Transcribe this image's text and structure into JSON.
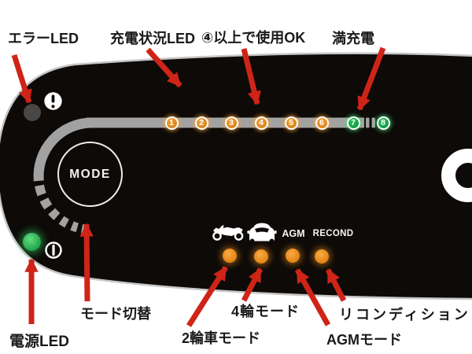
{
  "page": {
    "background": "#ffffff",
    "description": "battery charger panel annotated diagram"
  },
  "device": {
    "body_color": "#0d0a08",
    "edge_highlight_color": "#c6c6c6",
    "track_color": "#a2a2a2",
    "mode_button": {
      "label": "MODE",
      "ring_color": "#ececec"
    },
    "charge_leds": [
      {
        "number": "1",
        "color": "#dd831a"
      },
      {
        "number": "2",
        "color": "#dd831a"
      },
      {
        "number": "3",
        "color": "#dd831a"
      },
      {
        "number": "4",
        "color": "#dd831a"
      },
      {
        "number": "5",
        "color": "#dd831a"
      },
      {
        "number": "6",
        "color": "#dd831a"
      },
      {
        "number": "7",
        "color": "#15a348"
      },
      {
        "number": "8",
        "color": "#15a348"
      }
    ],
    "error_led": {
      "color": "#474747",
      "lit": false
    },
    "power_led": {
      "color": "#2dbd55",
      "lit": true
    },
    "mode_row": {
      "agm_label": "AGM",
      "recond_label": "RECOND",
      "led_color": "#ee921f",
      "icons": [
        "motorcycle-icon",
        "car-icon"
      ]
    },
    "icons": {
      "error_alert": "exclamation-icon",
      "power": "power-icon",
      "cable_port": "white-ring"
    }
  },
  "annotations": {
    "arrow_color": "#cf2418",
    "labels": {
      "error_led": "エラーLED",
      "charge_status_led": "充電状況LED",
      "level4_ok": "④以上で使用OK",
      "full_charge": "満充電",
      "mode_switch": "モード切替",
      "power_led": "電源LED",
      "bike_mode": "2輪車モード",
      "car_mode": "4輪モード",
      "agm_mode": "AGMモード",
      "recondition": "リコンディション"
    }
  }
}
